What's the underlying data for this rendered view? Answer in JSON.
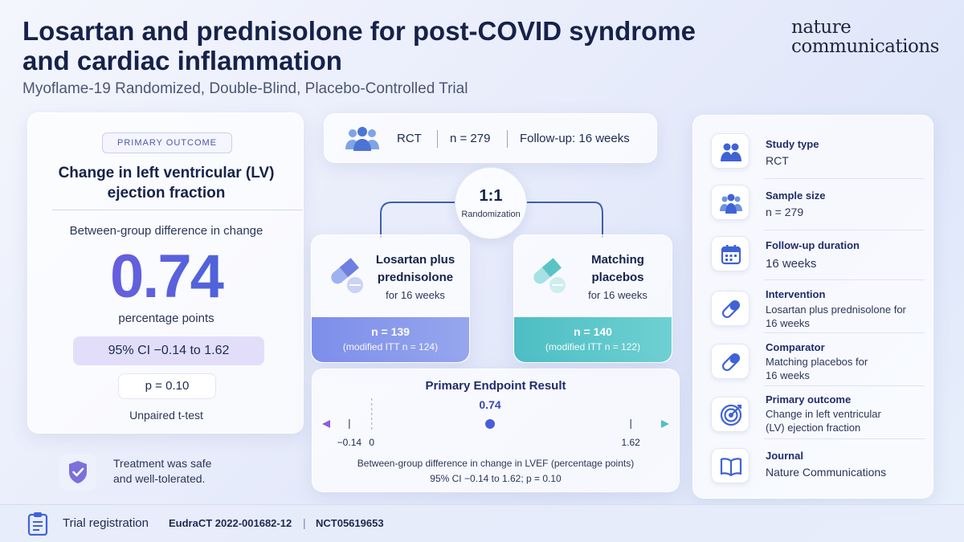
{
  "header": {
    "title": "Losartan and prednisolone for post-COVID syndrome and cardiac inflammation",
    "subtitle": "Myoflame-19 Randomized, Double-Blind, Placebo-Controlled Trial",
    "journal_brand_line1": "nature",
    "journal_brand_line2": "communications"
  },
  "primary_outcome_card": {
    "tag": "PRIMARY OUTCOME",
    "title": "Change in left ventricular (LV) ejection fraction",
    "metric_label": "Between-group difference in change",
    "value": "0.74",
    "unit": "percentage points",
    "ci": "95% CI −0.14 to 1.62",
    "p": "p = 0.10",
    "test": "Unpaired t-test",
    "safety": "Treatment was safe and well-tolerated.",
    "safety_icon": "shield-check-icon"
  },
  "stats_bar": {
    "design": "RCT",
    "n": "n = 279",
    "followup": "Follow-up: 16 weeks",
    "icon": "people-group-icon"
  },
  "randomization": {
    "ratio": "1:1",
    "label": "Randomization"
  },
  "arms": [
    {
      "name": "Losartan plus prednisolone",
      "duration": "for 16 weeks",
      "n": "n = 139",
      "itt": "(modified ITT n = 124)",
      "color": "#7f92ea",
      "icon": "pill-capsule-icon"
    },
    {
      "name": "Matching placebos",
      "duration": "for 16 weeks",
      "n": "n = 140",
      "itt": "(modified ITT n = 122)",
      "color": "#4fc0c6",
      "icon": "pill-capsule-icon"
    }
  ],
  "endpoint": {
    "title": "Primary Endpoint Result",
    "estimate_label": "0.74",
    "ticks": [
      "−0.14",
      "0",
      "1.62"
    ],
    "caption1": "Between-group difference in change in LVEF (percentage points)",
    "caption2": "95% CI −0.14 to 1.62; p = 0.10",
    "chart_data": {
      "type": "forest",
      "estimate": 0.74,
      "ci_low": -0.14,
      "ci_high": 1.62,
      "reference": 0,
      "xlim": [
        -0.28,
        1.82
      ]
    }
  },
  "study_info": [
    {
      "label": "Study type",
      "value": "RCT",
      "icon": "people-pair-icon"
    },
    {
      "label": "Sample size",
      "value": "n = 279",
      "icon": "people-group-icon"
    },
    {
      "label": "Follow-up duration",
      "value": "16 weeks",
      "icon": "calendar-icon"
    },
    {
      "label": "Intervention",
      "value": "Losartan plus prednisolone for 16 weeks",
      "icon": "pill-icon"
    },
    {
      "label": "Comparator",
      "value": "Matching placebos for 16 weeks",
      "icon": "pill-icon"
    },
    {
      "label": "Primary outcome",
      "value": "Change in left ventricular (LV) ejection fraction",
      "icon": "target-icon"
    },
    {
      "label": "Journal",
      "value": "Nature Communications",
      "icon": "book-icon"
    }
  ],
  "footer": {
    "label": "Trial registration",
    "eudract": "EudraCT 2022-001682-12",
    "separator": "|",
    "nct": "NCT05619653",
    "icon": "clipboard-icon"
  },
  "colors": {
    "accent_blue": "#3f63d6",
    "accent_purple": "#7a5be0",
    "accent_teal": "#4fc0c6"
  }
}
